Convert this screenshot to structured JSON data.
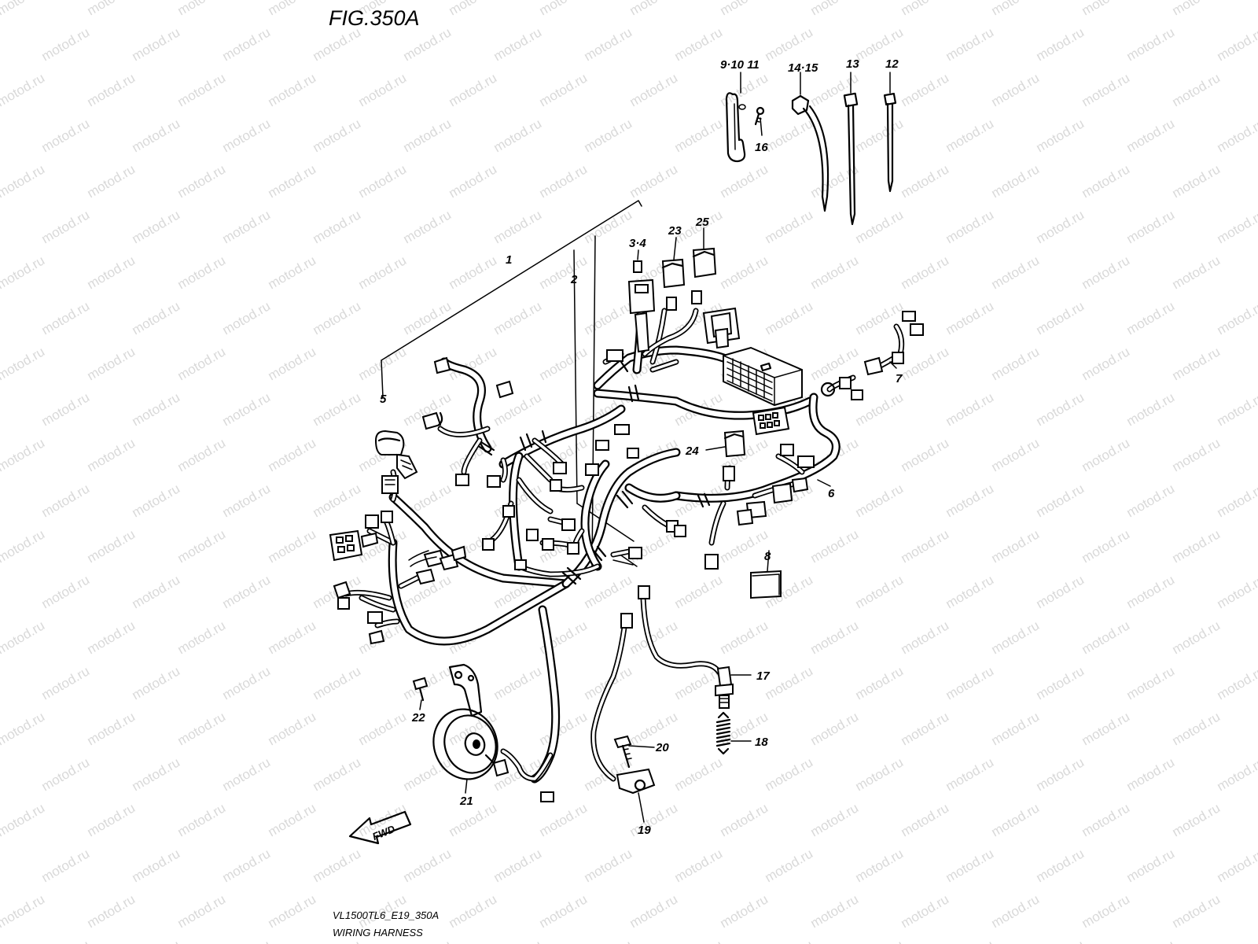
{
  "figure": {
    "title": "FIG.350A",
    "footer_code": "VL1500TL6_E19_350A",
    "footer_title": "WIRING HARNESS",
    "direction_label": "FWD"
  },
  "watermark": {
    "text": "motod.ru",
    "color": "#d9d9d9"
  },
  "callouts": [
    {
      "id": "c9",
      "text": "9·10 11"
    },
    {
      "id": "c14",
      "text": "14·15"
    },
    {
      "id": "c13",
      "text": "13"
    },
    {
      "id": "c12",
      "text": "12"
    },
    {
      "id": "c16",
      "text": "16"
    },
    {
      "id": "c3",
      "text": "3·4"
    },
    {
      "id": "c23",
      "text": "23"
    },
    {
      "id": "c25",
      "text": "25"
    },
    {
      "id": "c1",
      "text": "1"
    },
    {
      "id": "c2",
      "text": "2"
    },
    {
      "id": "c5",
      "text": "5"
    },
    {
      "id": "c7",
      "text": "7"
    },
    {
      "id": "c24",
      "text": "24"
    },
    {
      "id": "c6",
      "text": "6"
    },
    {
      "id": "c8",
      "text": "8"
    },
    {
      "id": "c17",
      "text": "17"
    },
    {
      "id": "c18",
      "text": "18"
    },
    {
      "id": "c20",
      "text": "20"
    },
    {
      "id": "c22",
      "text": "22"
    },
    {
      "id": "c21",
      "text": "21"
    },
    {
      "id": "c19",
      "text": "19"
    }
  ]
}
